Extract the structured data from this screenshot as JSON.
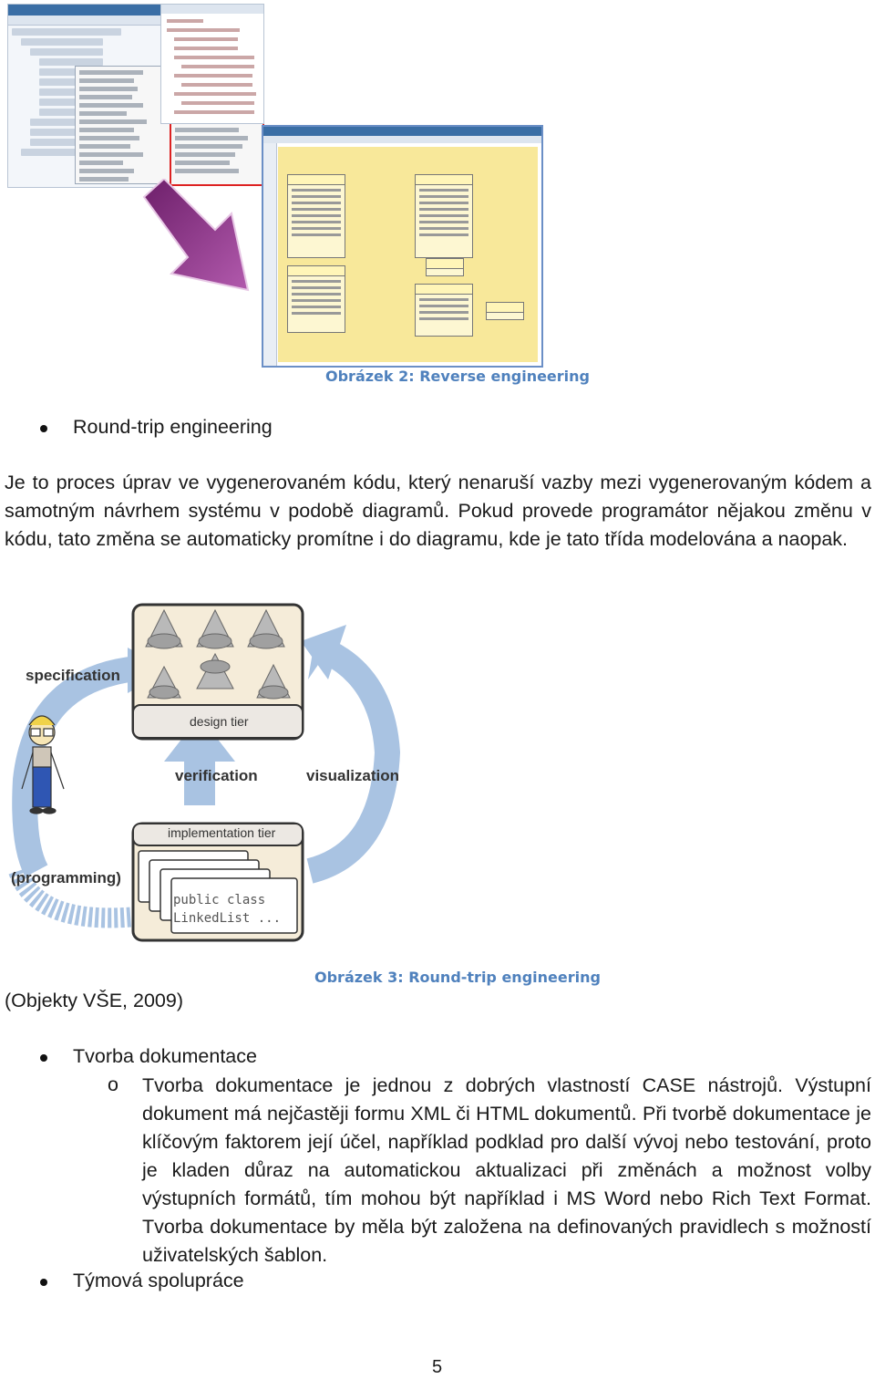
{
  "figure2": {
    "caption": "Obrázek 2: Reverse engineering"
  },
  "bullets_top": [
    {
      "label": "Round-trip engineering"
    }
  ],
  "paragraph1": "Je to proces úprav ve vygenerovaném kódu, který nenaruší vazby mezi vygenerovaným kódem a samotným návrhem systému v podobě diagramů. Pokud provede programátor nějakou změnu v kódu, tato změna se automaticky promítne i do diagramu, kde je tato třída modelována a naopak.",
  "figure3": {
    "labels": {
      "specification": "specification",
      "design_tier": "design tier",
      "verification": "verification",
      "visualization": "visualization",
      "implementation_tier": "implementation tier",
      "programming": "(programming)",
      "code_line1": "public class",
      "code_line2": "LinkedList ..."
    },
    "source": "(Objekty VŠE, 2009)",
    "caption": "Obrázek 3: Round-trip engineering"
  },
  "bullets_bottom": [
    {
      "label": "Tvorba dokumentace",
      "sub": {
        "marker": "o",
        "text": "Tvorba dokumentace je jednou z dobrých vlastností CASE nástrojů. Výstupní dokument má nejčastěji formu XML či HTML dokumentů. Při tvorbě dokumentace je klíčovým faktorem její účel, například podklad pro další vývoj nebo testování, proto je kladen důraz na automatickou aktualizaci při změnách a možnost volby výstupních formátů, tím mohou být například i MS Word nebo Rich Text Format. Tvorba dokumentace by měla být založena na definovaných pravidlech s možností uživatelských šablon."
      }
    },
    {
      "label": "Týmová spolupráce"
    }
  ],
  "page_number": "5",
  "colors": {
    "caption": "#4f81bd",
    "arrow": "#8b2b86",
    "cycle_arrow": "#a9c3e2"
  }
}
